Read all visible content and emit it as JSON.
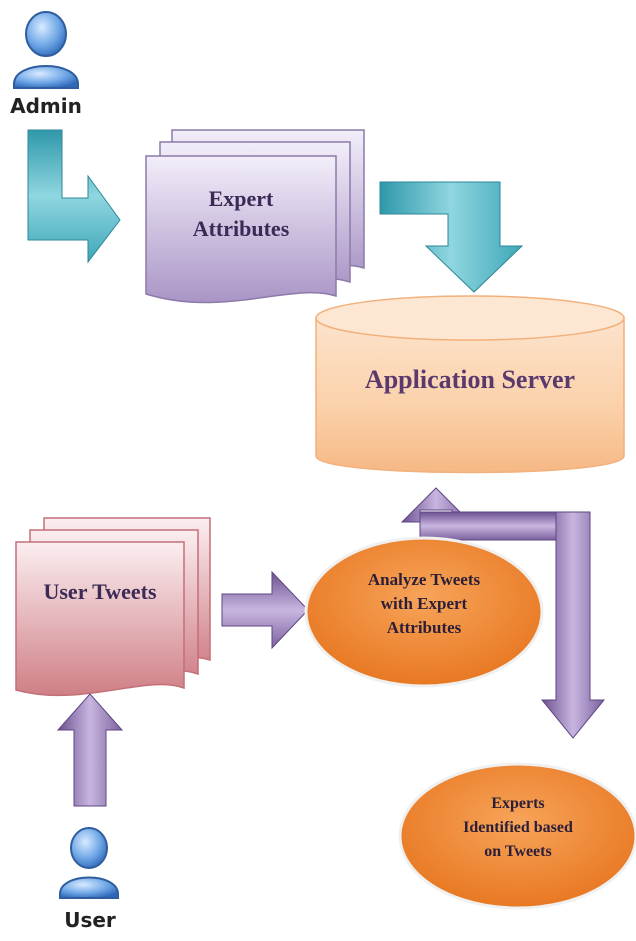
{
  "actors": {
    "admin": "Admin",
    "user": "User"
  },
  "nodes": {
    "expert_attributes": "Expert\nAttributes",
    "application_server": "Application Server",
    "user_tweets": "User Tweets",
    "analyze_tweets": "Analyze Tweets\nwith Expert\nAttributes",
    "experts_identified": "Experts\nIdentified based\non Tweets"
  },
  "colors": {
    "teal_arrow": "#4fb3c3",
    "purple_arrow": "#8c74ad",
    "purple_doc": "#b5a3cf",
    "pink_doc": "#d48a90",
    "server": "#f8c495",
    "ellipse": "#ef8836",
    "actor": "#5b8fd6"
  }
}
